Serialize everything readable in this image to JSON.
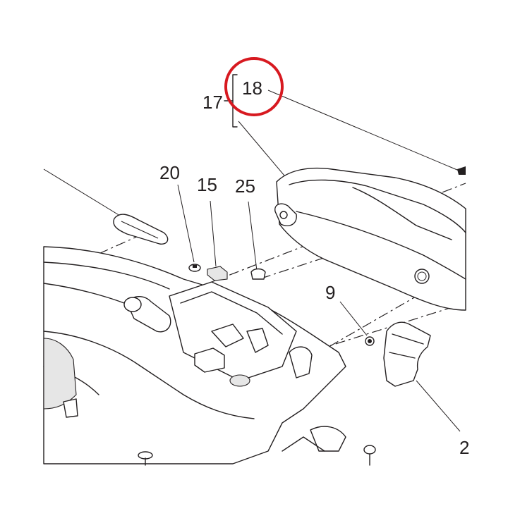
{
  "callouts": {
    "c17": "17",
    "c18": "18",
    "c20": "20",
    "c15": "15",
    "c25": "25",
    "c9": "9",
    "c2_partial": "2"
  },
  "highlight_color": "#d71920",
  "line_color": "#231f20"
}
